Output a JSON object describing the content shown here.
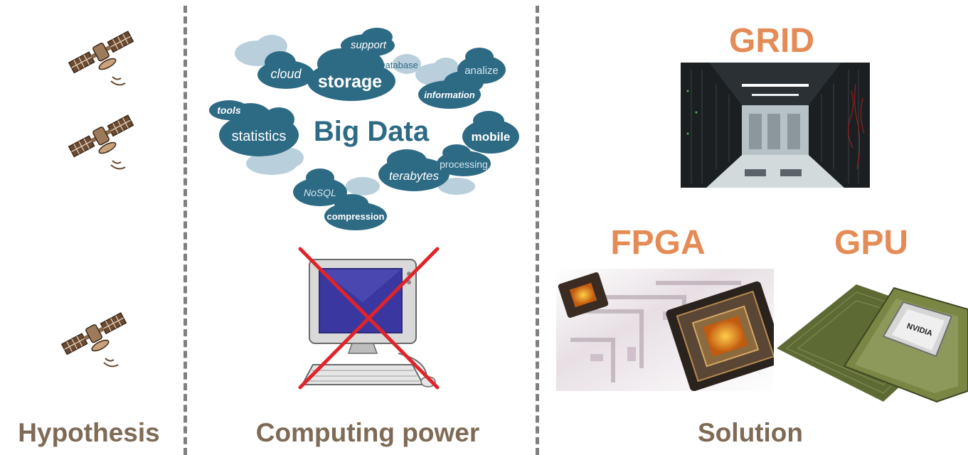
{
  "columns": {
    "hypothesis": {
      "caption": "Hypothesis"
    },
    "computing": {
      "caption": "Computing power"
    },
    "solution": {
      "caption": "Solution"
    }
  },
  "bigdata_cloud": {
    "title": "Big Data",
    "words": {
      "cloud": "cloud",
      "storage": "storage",
      "support": "support",
      "database": "Database",
      "analize": "analize",
      "information": "information",
      "tools": "tools",
      "statistics": "statistics",
      "mobile": "mobile",
      "processing": "processing",
      "terabytes": "terabytes",
      "nosql": "NoSQL",
      "compression": "compression"
    }
  },
  "solutions": {
    "grid": {
      "label": "GRID"
    },
    "fpga": {
      "label": "FPGA"
    },
    "gpu": {
      "label": "GPU",
      "chip_text": "NVIDIA"
    }
  },
  "colors": {
    "caption": "#7f6a55",
    "accent": "#e58b55",
    "cloud_dark": "#2d6a84",
    "cloud_light": "#b9cfdc",
    "cross": "#e0242a"
  }
}
